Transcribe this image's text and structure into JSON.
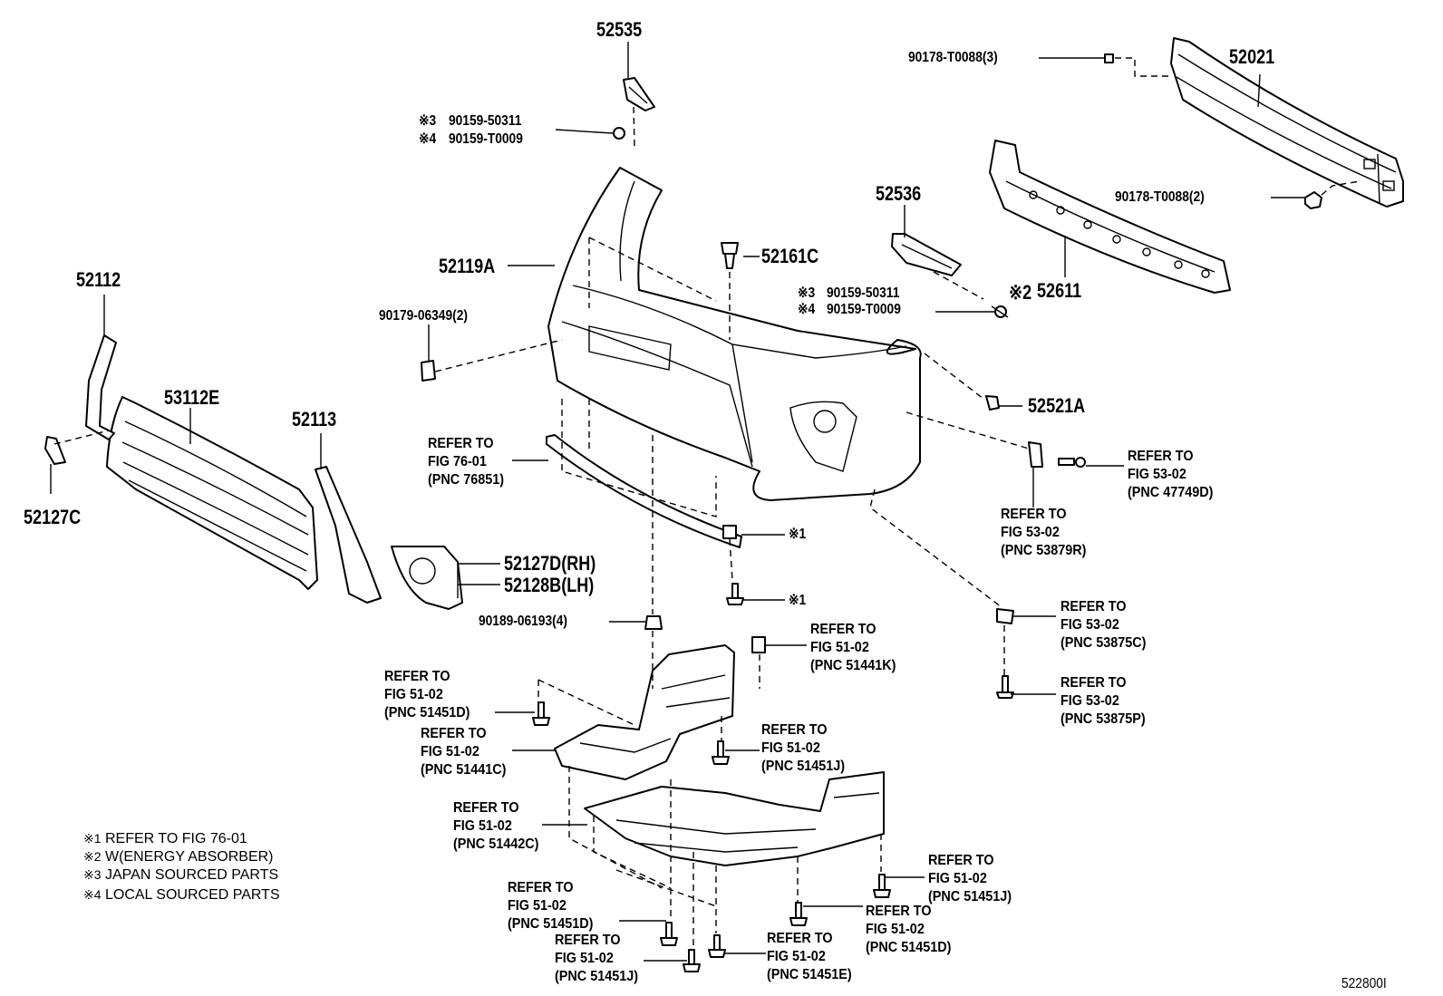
{
  "part_numbers": {
    "p52535": "52535",
    "p52021": "52021",
    "p90178_3": "90178-T0088(3)",
    "p90178_2": "90178-T0088(2)",
    "p90159_a1": "90159-50311",
    "p90159_a2": "90159-T0009",
    "p52536": "52536",
    "p52611": "52611",
    "p52161C": "52161C",
    "p52119A": "52119A",
    "p90159_b1": "90159-50311",
    "p90159_b2": "90159-T0009",
    "p52112": "52112",
    "p90179": "90179-06349(2)",
    "p53112E": "53112E",
    "p52113": "52113",
    "p52127C": "52127C",
    "p52521A": "52521A",
    "p52127D": "52127D(RH)",
    "p52128B": "52128B(LH)",
    "p90189": "90189-06193(4)",
    "star1_a": "※1",
    "star1_b": "※1",
    "diagram_id": "522800I"
  },
  "prefix_marks": {
    "m3a": "※3",
    "m4a": "※4",
    "m3b": "※3",
    "m4b": "※4",
    "m2": "※2"
  },
  "refers": {
    "r_76_01": [
      "REFER TO",
      "FIG 76-01",
      "(PNC 76851)"
    ],
    "r_47749D": [
      "REFER TO",
      "FIG 53-02",
      "(PNC 47749D)"
    ],
    "r_53879R": [
      "REFER TO",
      "FIG 53-02",
      "(PNC 53879R)"
    ],
    "r_53875C": [
      "REFER TO",
      "FIG 53-02",
      "(PNC 53875C)"
    ],
    "r_53875P": [
      "REFER TO",
      "FIG 53-02",
      "(PNC 53875P)"
    ],
    "r_51441K": [
      "REFER TO",
      "FIG 51-02",
      "(PNC 51441K)"
    ],
    "r_51451D_top": [
      "REFER TO",
      "FIG 51-02",
      "(PNC 51451D)"
    ],
    "r_51441C": [
      "REFER TO",
      "FIG 51-02",
      "(PNC 51441C)"
    ],
    "r_51451J_mid": [
      "REFER TO",
      "FIG 51-02",
      "(PNC 51451J)"
    ],
    "r_51442C": [
      "REFER TO",
      "FIG 51-02",
      "(PNC 51442C)"
    ],
    "r_51451J_right": [
      "REFER TO",
      "FIG 51-02",
      "(PNC 51451J)"
    ],
    "r_51451D_right": [
      "REFER TO",
      "FIG 51-02",
      "(PNC 51451D)"
    ],
    "r_51451D_bottom": [
      "REFER TO",
      "FIG 51-02",
      "(PNC 51451D)"
    ],
    "r_51451J_bottom": [
      "REFER TO",
      "FIG 51-02",
      "(PNC 51451J)"
    ],
    "r_51451E": [
      "REFER TO",
      "FIG 51-02",
      "(PNC 51451E)"
    ]
  },
  "notes": [
    {
      "mark": "※1",
      "text": "REFER TO FIG 76-01"
    },
    {
      "mark": "※2",
      "text": "W(ENERGY ABSORBER)"
    },
    {
      "mark": "※3",
      "text": "JAPAN SOURCED PARTS"
    },
    {
      "mark": "※4",
      "text": "LOCAL SOURCED PARTS"
    }
  ]
}
